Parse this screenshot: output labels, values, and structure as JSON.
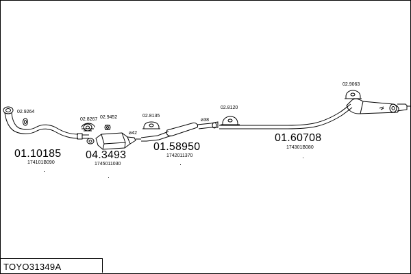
{
  "diagram": {
    "model_code": "TOYO31349A",
    "sections": [
      {
        "part_number": "01.10185",
        "oem_number": "174101B090"
      },
      {
        "part_number": "04.3493",
        "oem_number": "1745011030"
      },
      {
        "part_number": "01.58950",
        "oem_number": "1742011370"
      },
      {
        "part_number": "01.60708",
        "oem_number": "174301B080"
      }
    ],
    "accessories": [
      {
        "number": "02.9264"
      },
      {
        "number": "02.8267"
      },
      {
        "number": "02.9452"
      },
      {
        "number": "02.8135"
      },
      {
        "number": "02.8120"
      },
      {
        "number": "02.9063"
      }
    ],
    "pipe_diameters": [
      "ø42",
      "ø38"
    ]
  }
}
